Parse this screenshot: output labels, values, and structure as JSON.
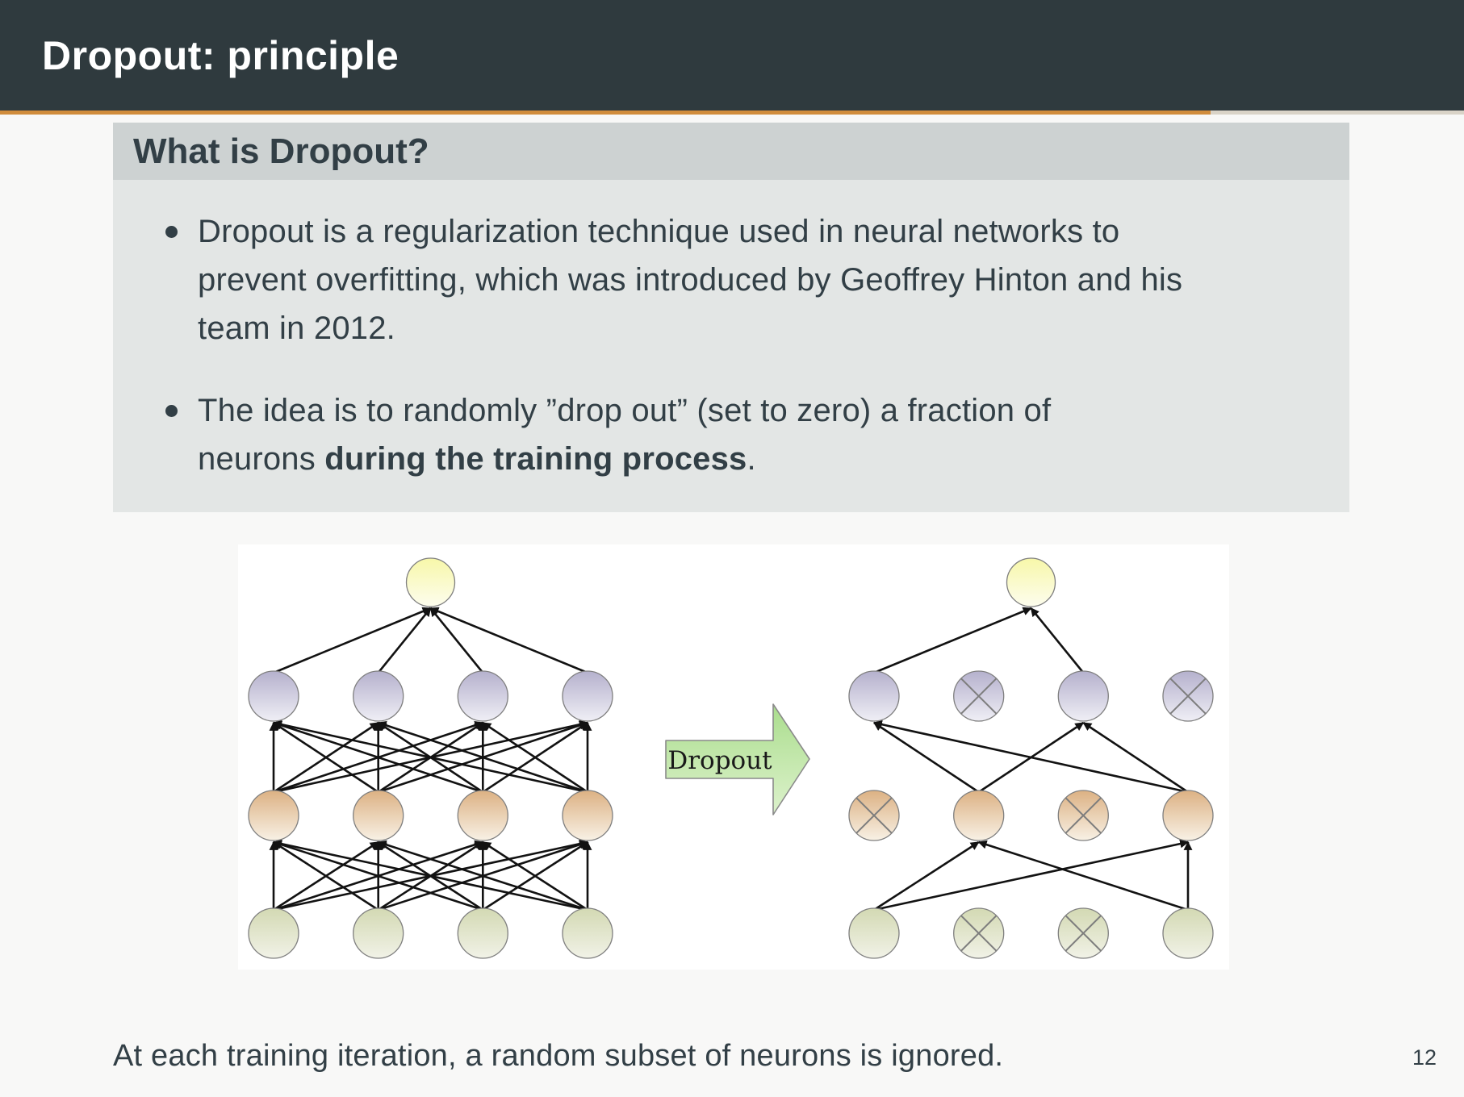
{
  "slide": {
    "title": "Dropout: principle",
    "footer": "At each training iteration, a random subset of neurons is ignored.",
    "page_number": "12"
  },
  "block": {
    "title": "What is Dropout?",
    "bullets": [
      {
        "pre": "Dropout is a regularization technique used in neural networks to\nprevent overfitting, which was introduced by Geoffrey Hinton and his\nteam in 2012.",
        "bold": "",
        "post": ""
      },
      {
        "pre": "The idea is to randomly ”drop out” (set to zero) a fraction of\nneurons ",
        "bold": "during the training process",
        "post": "."
      }
    ]
  },
  "diagram": {
    "arrow_label": "Dropout",
    "networks": [
      {
        "id": "before-dropout",
        "layers": [
          {
            "color": "yellow",
            "count": 1,
            "dropped": []
          },
          {
            "color": "purple",
            "count": 4,
            "dropped": []
          },
          {
            "color": "orange",
            "count": 4,
            "dropped": []
          },
          {
            "color": "green",
            "count": 4,
            "dropped": []
          }
        ]
      },
      {
        "id": "after-dropout",
        "layers": [
          {
            "color": "yellow",
            "count": 1,
            "dropped": []
          },
          {
            "color": "purple",
            "count": 4,
            "dropped": [
              1,
              3
            ]
          },
          {
            "color": "orange",
            "count": 4,
            "dropped": [
              0,
              2
            ]
          },
          {
            "color": "green",
            "count": 4,
            "dropped": [
              1,
              2
            ]
          }
        ]
      }
    ],
    "node_gradients": {
      "yellow": [
        "#f7f7a9",
        "#fdfdee"
      ],
      "purple": [
        "#b5b1cd",
        "#efeef5"
      ],
      "orange": [
        "#dcb183",
        "#f8f1e5"
      ],
      "green": [
        "#d3d9b3",
        "#f1f2e7"
      ]
    },
    "arrow_fill": [
      "#aadd8d",
      "#ddf2cc"
    ],
    "arrow_border": "#8a8a8a",
    "edge_color": "#121212",
    "node_border": "#7f7f7f",
    "cross_color": "#7d7d7d"
  },
  "colors": {
    "header_bg": "#2f3a3e",
    "header_text": "#ffffff",
    "accent_orange": "#d08c3c",
    "accent_tail": "#d9d3c7",
    "page_bg": "#f8f8f7",
    "block_title_bg": "#cdd2d2",
    "block_body_bg": "#e3e6e5",
    "text": "#323f46",
    "figure_bg": "#ffffff"
  }
}
